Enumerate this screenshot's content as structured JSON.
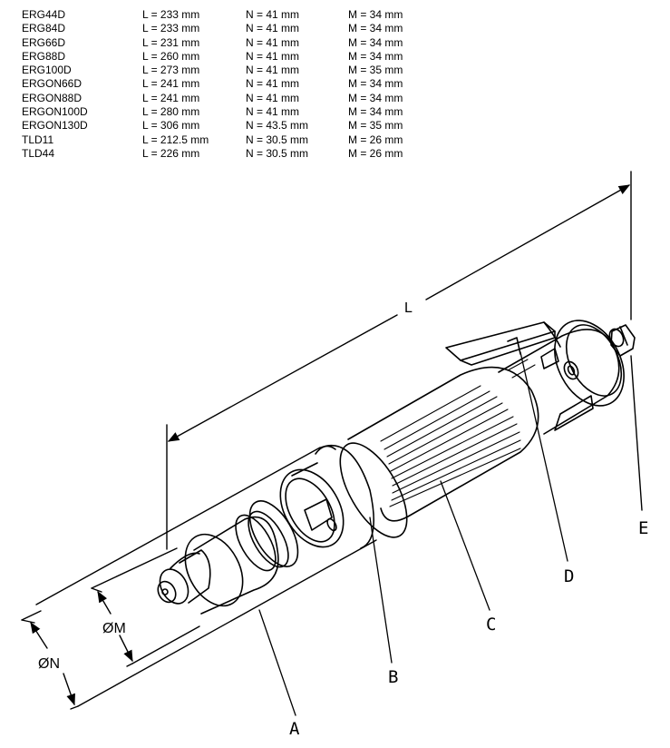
{
  "specs": [
    {
      "model": "ERG44D",
      "L": "L = 233 mm",
      "N": "N = 41 mm",
      "M": "M = 34 mm"
    },
    {
      "model": "ERG84D",
      "L": "L = 233 mm",
      "N": "N = 41 mm",
      "M": "M = 34 mm"
    },
    {
      "model": "ERG66D",
      "L": "L = 231 mm",
      "N": "N = 41 mm",
      "M": "M = 34 mm"
    },
    {
      "model": "ERG88D",
      "L": "L = 260 mm",
      "N": "N = 41 mm",
      "M": "M = 34 mm"
    },
    {
      "model": "ERG100D",
      "L": "L = 273 mm",
      "N": "N = 41 mm",
      "M": "M = 35 mm"
    },
    {
      "model": "ERGON66D",
      "L": "L = 241 mm",
      "N": "N = 41 mm",
      "M": "M = 34 mm"
    },
    {
      "model": "ERGON88D",
      "L": "L = 241 mm",
      "N": "N = 41 mm",
      "M": "M = 34 mm"
    },
    {
      "model": "ERGON100D",
      "L": "L = 280 mm",
      "N": "N = 41 mm",
      "M": "M = 34 mm"
    },
    {
      "model": "ERGON130D",
      "L": "L = 306 mm",
      "N": "N = 43.5 mm",
      "M": "M = 35 mm"
    },
    {
      "model": "TLD11",
      "L": "L = 212.5 mm",
      "N": "N = 30.5 mm",
      "M": "M = 26 mm"
    },
    {
      "model": "TLD44",
      "L": "L = 226 mm",
      "N": "N = 30.5 mm",
      "M": "M = 26 mm"
    }
  ],
  "diagram": {
    "dim_L": "L",
    "dim_M": "ØM",
    "dim_N": "ØN",
    "label_A": "A",
    "label_B": "B",
    "label_C": "C",
    "label_D": "D",
    "label_E": "E"
  }
}
